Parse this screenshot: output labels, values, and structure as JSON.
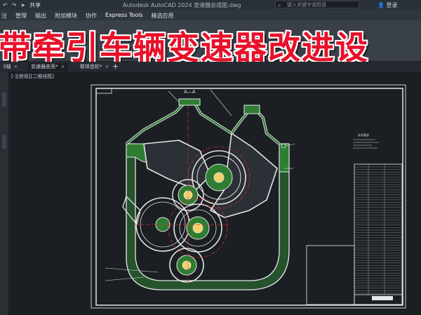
{
  "titlebar": {
    "share": "共享",
    "window_title": "Autodesk AutoCAD 2024   变速器总成图.dwg",
    "search_placeholder": "键入关键字或短语",
    "login": "登录"
  },
  "ribbon": {
    "tabs": [
      "注",
      "管理",
      "输出",
      "附加模块",
      "协作",
      "Express Tools",
      "精选应用"
    ],
    "active": "Express Tools"
  },
  "banner": {
    "text": "带牵引车辆变速器改进设",
    "color": "#e8102a"
  },
  "doc_tabs": [
    {
      "label": "3轴"
    },
    {
      "label": "变速器底壳*"
    },
    {
      "label": "联体齿轮*"
    }
  ],
  "viewport_label": "[-][俯视][二维线框]",
  "drawing": {
    "section_label": "A—A",
    "stroke": "#e6e6e6",
    "gear_fill": "#2e7d32",
    "hub_fill": "#f2d16b",
    "center_line": "#e03030",
    "notes_title": "技术要求"
  }
}
